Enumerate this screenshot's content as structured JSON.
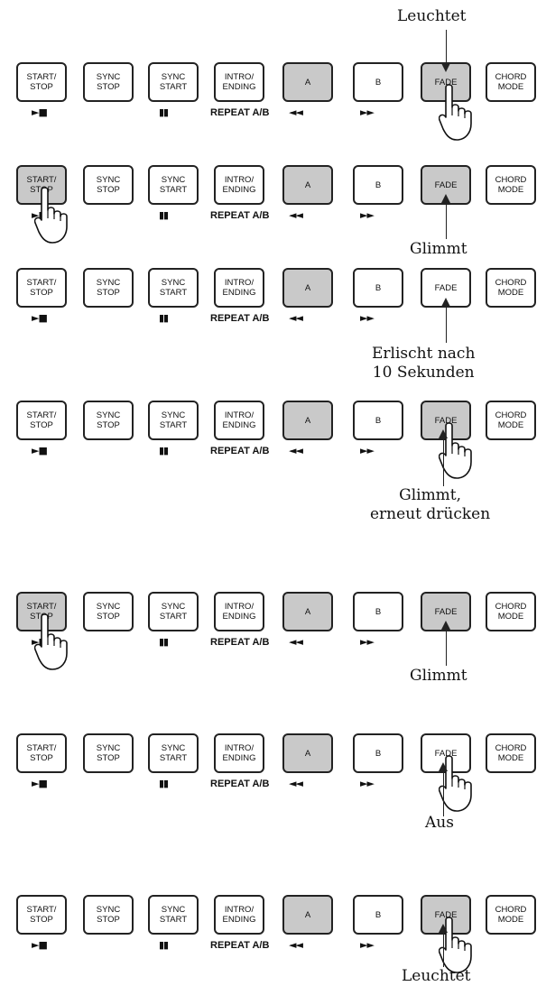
{
  "buttons": {
    "start_stop": "START/\nSTOP",
    "sync_stop": "SYNC\nSTOP",
    "sync_start": "SYNC\nSTART",
    "intro_ending": "INTRO/\nENDING",
    "a": "A",
    "b": "B",
    "fade": "FADE",
    "chord_mode": "CHORD\nMODE"
  },
  "sublabels": {
    "play_stop": "►■",
    "pause": "▮▮",
    "repeat": "REPEAT A/B",
    "rewind": "◄◄",
    "forward": "►►"
  },
  "captions": {
    "leuchtet_top": "Leuchtet",
    "glimmt_1": "Glimmt",
    "erlischt_line1": "Erlischt nach",
    "erlischt_line2": "10 Sekunden",
    "glimmt_erneut_line1": "Glimmt,",
    "glimmt_erneut_line2": "erneut drücken",
    "glimmt_2": "Glimmt",
    "aus": "Aus",
    "leuchtet_bottom": "Leuchtet"
  },
  "rows": [
    {
      "start_stop_lit": false,
      "fade_lit": true,
      "hand": "fade",
      "caption": "leuchtet_top"
    },
    {
      "start_stop_lit": true,
      "fade_lit": true,
      "hand": "start_stop",
      "caption": "glimmt_1"
    },
    {
      "start_stop_lit": false,
      "fade_lit": false,
      "hand": "none",
      "caption": "erlischt"
    },
    {
      "start_stop_lit": false,
      "fade_lit": true,
      "hand": "fade",
      "caption": "glimmt_erneut"
    },
    {
      "start_stop_lit": true,
      "fade_lit": true,
      "hand": "start_stop",
      "caption": "glimmt_2"
    },
    {
      "start_stop_lit": false,
      "fade_lit": false,
      "hand": "fade",
      "caption": "aus"
    },
    {
      "start_stop_lit": false,
      "fade_lit": true,
      "hand": "fade",
      "caption": "leuchtet_bottom"
    }
  ],
  "colors": {
    "lit": "#c9c9c9",
    "off": "#ffffff",
    "outline": "#222222"
  }
}
